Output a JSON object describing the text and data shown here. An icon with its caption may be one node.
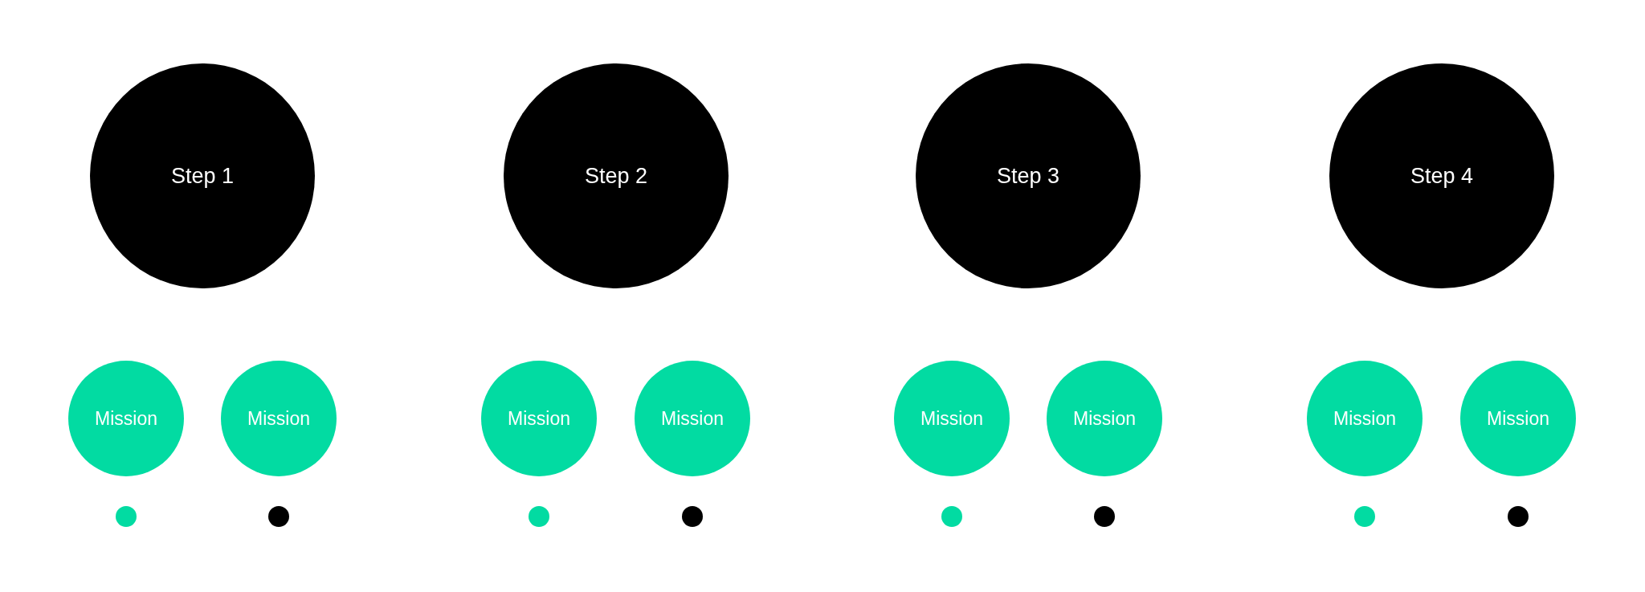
{
  "diagram": {
    "nodes": [
      {
        "text": [
          "Step 1"
        ]
      },
      {
        "text": [
          "Step 2"
        ]
      },
      {
        "text": [
          "Step 3"
        ]
      },
      {
        "text": [
          "Step 4"
        ]
      },
      {
        "text": [
          "Mission"
        ]
      },
      {
        "text": [
          "Mission"
        ]
      },
      {
        "text": [
          "Mission"
        ]
      },
      {
        "text": [
          "Mission"
        ]
      },
      {
        "text": [
          "Mission"
        ]
      },
      {
        "text": [
          "Mission"
        ]
      },
      {
        "text": [
          "Mission"
        ]
      },
      {
        "text": [
          "Mission"
        ]
      },
      {
        "text": [],
        "shape": "circle"
      },
      {
        "text": [],
        "shape": "circle"
      },
      {
        "text": [],
        "shape": "circle"
      },
      {
        "text": [],
        "shape": "circle"
      },
      {
        "text": [],
        "shape": "circle"
      },
      {
        "text": [],
        "shape": "circle"
      },
      {
        "text": [],
        "shape": "circle"
      },
      {
        "text": [],
        "shape": "circle"
      }
    ]
  }
}
